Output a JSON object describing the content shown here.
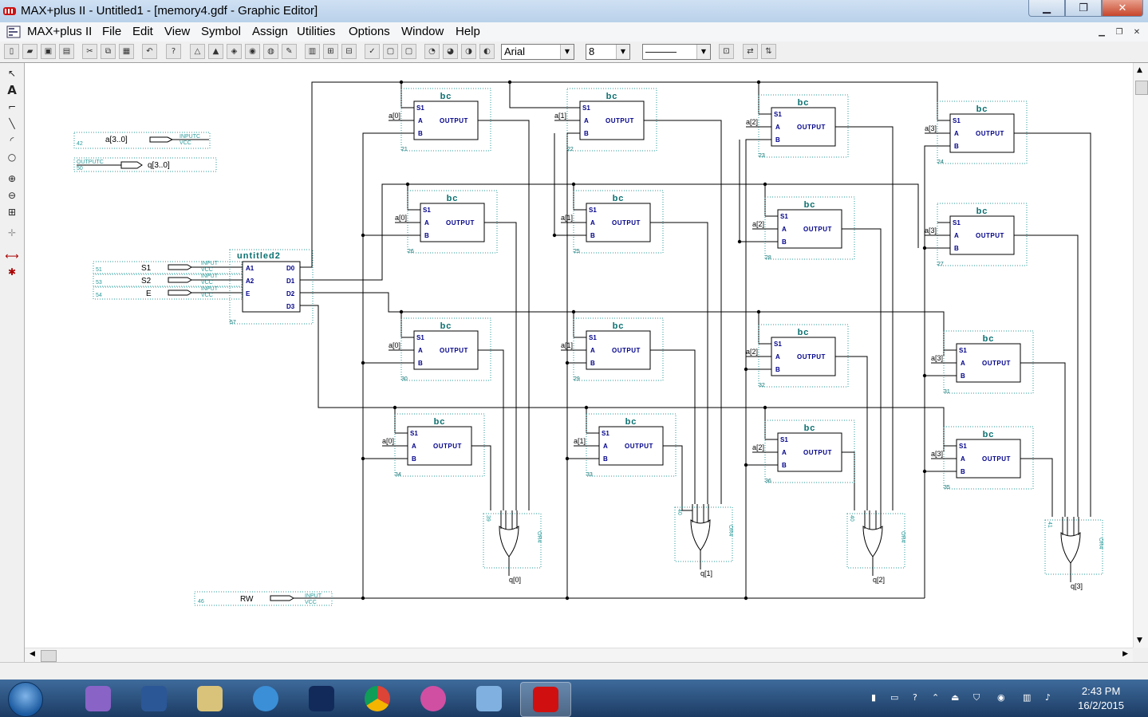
{
  "window": {
    "title": "MAX+plus II - Untitled1 - [memory4.gdf - Graphic Editor]",
    "controls": {
      "minimize": "▁",
      "maximize": "❐",
      "close": "✕"
    }
  },
  "menubar": {
    "items": [
      "MAX+plus II",
      "File",
      "Edit",
      "View",
      "Symbol",
      "Assign",
      "Utilities",
      "Options",
      "Window",
      "Help"
    ]
  },
  "toolbar": {
    "font": "Arial",
    "font_size": "8",
    "line_style": "———"
  },
  "schematic": {
    "top_ports": [
      {
        "label": "a[3..0]",
        "type": "INPUTC",
        "sub": "VCC",
        "num": "42"
      },
      {
        "label": "q[3..0]",
        "type": "OUTPUTC",
        "num": "50"
      }
    ],
    "inputs": [
      {
        "label": "S1",
        "type": "INPUT",
        "sub": "VCC",
        "num": "51"
      },
      {
        "label": "S2",
        "type": "INPUT",
        "sub": "VCC",
        "num": "53"
      },
      {
        "label": "E",
        "type": "INPUT",
        "sub": "VCC",
        "num": "54"
      }
    ],
    "rw": {
      "label": "RW",
      "type": "INPUT",
      "sub": "VCC",
      "num": "46"
    },
    "decoder": {
      "name": "untitled2",
      "num": "57",
      "inputs": [
        "A1",
        "A2",
        "E"
      ],
      "outputs": [
        "D0",
        "D1",
        "D2",
        "D3"
      ]
    },
    "cell": {
      "name": "bc",
      "pins": [
        "S1",
        "A",
        "B"
      ],
      "output": "OUTPUT"
    },
    "cells": [
      {
        "num": "21",
        "input": "a[0]"
      },
      {
        "num": "22",
        "input": "a[1]"
      },
      {
        "num": "23",
        "input": "a[2]"
      },
      {
        "num": "24",
        "input": "a[3]"
      },
      {
        "num": "26",
        "input": "a[0]"
      },
      {
        "num": "25",
        "input": "a[1]"
      },
      {
        "num": "28",
        "input": "a[2]"
      },
      {
        "num": "27",
        "input": "a[3]"
      },
      {
        "num": "30",
        "input": "a[0]"
      },
      {
        "num": "29",
        "input": "a[1]"
      },
      {
        "num": "32",
        "input": "a[2]"
      },
      {
        "num": "31",
        "input": "a[3]"
      },
      {
        "num": "34",
        "input": "a[0]"
      },
      {
        "num": "33",
        "input": "a[1]"
      },
      {
        "num": "36",
        "input": "a[2]"
      },
      {
        "num": "35",
        "input": "a[3]"
      }
    ],
    "or_gates": [
      {
        "name": "OR4",
        "num": "39",
        "out": "q[0]"
      },
      {
        "name": "OR4",
        "num": "40",
        "out": "q[1]"
      },
      {
        "name": "OR4",
        "num": "40",
        "out": "q[2]"
      },
      {
        "name": "OR4",
        "num": "41",
        "out": "q[3]"
      }
    ]
  },
  "taskbar": {
    "time": "2:43 PM",
    "date": "16/2/2015"
  },
  "colors": {
    "cell_title": "#0a7070",
    "pin_text": "#00008b",
    "wire": "#000000",
    "dotted": "#2a9a9a"
  }
}
